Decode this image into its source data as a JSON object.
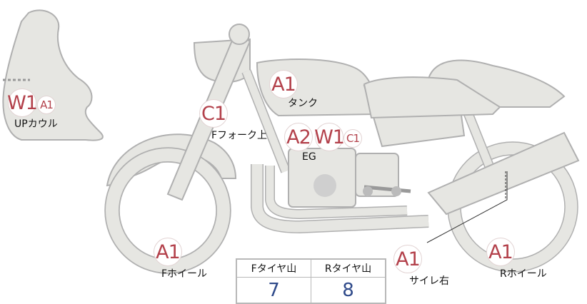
{
  "markers": {
    "cowl_w": "W1",
    "cowl_a": "A1",
    "tank": "A1",
    "fork": "C1",
    "eg_a": "A2",
    "eg_w": "W1",
    "eg_c": "C1",
    "fwheel": "A1",
    "muffler": "A1",
    "rwheel": "A1"
  },
  "labels": {
    "cowl": "UPカウル",
    "tank": "タンク",
    "fork": "Fフォーク上",
    "eg": "EG",
    "fwheel": "Fホイール",
    "muffler": "サイレ右",
    "rwheel": "Rホイール"
  },
  "tire_table": {
    "headers": [
      "Fタイヤ山",
      "Rタイヤ山"
    ],
    "values": [
      "7",
      "8"
    ]
  },
  "colors": {
    "part_fill": "#e6e6e2",
    "part_stroke": "#b0b0b0",
    "damage_text": "#b3414b",
    "value_text": "#2f4a8a"
  }
}
